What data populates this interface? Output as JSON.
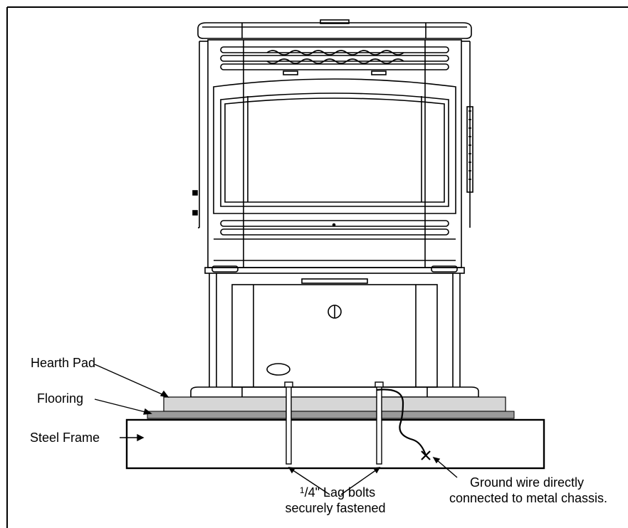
{
  "labels": {
    "hearth_pad": "Hearth Pad",
    "flooring": "Flooring",
    "steel_frame": "Steel Frame",
    "lag_bolts_fraction_num": "1",
    "lag_bolts_fraction_den": "/4",
    "lag_bolts_line1_rest": "\" Lag bolts",
    "lag_bolts_line2": "securely fastened",
    "ground_wire_line1": "Ground wire directly",
    "ground_wire_line2": "connected to metal chassis."
  },
  "colors": {
    "line": "#000000",
    "hearth_pad_fill": "#d6d6d6",
    "flooring_fill": "#9a9a9a",
    "background": "#ffffff"
  }
}
